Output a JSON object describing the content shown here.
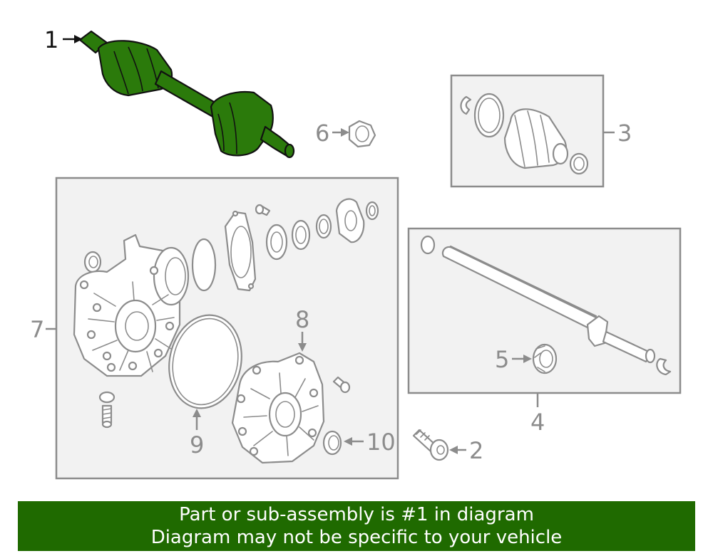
{
  "callouts": {
    "c1": "1",
    "c2": "2",
    "c3": "3",
    "c4": "4",
    "c5": "5",
    "c6": "6",
    "c7": "7",
    "c8": "8",
    "c9": "9",
    "c10": "10"
  },
  "banner": {
    "line1": "Part or sub-assembly is #1 in diagram",
    "line2": "Diagram may not be specific to your vehicle"
  },
  "colors": {
    "highlight_part": "#2b7a0b",
    "banner_bg": "#1f6a00",
    "line_gray": "#8c8c8c"
  }
}
